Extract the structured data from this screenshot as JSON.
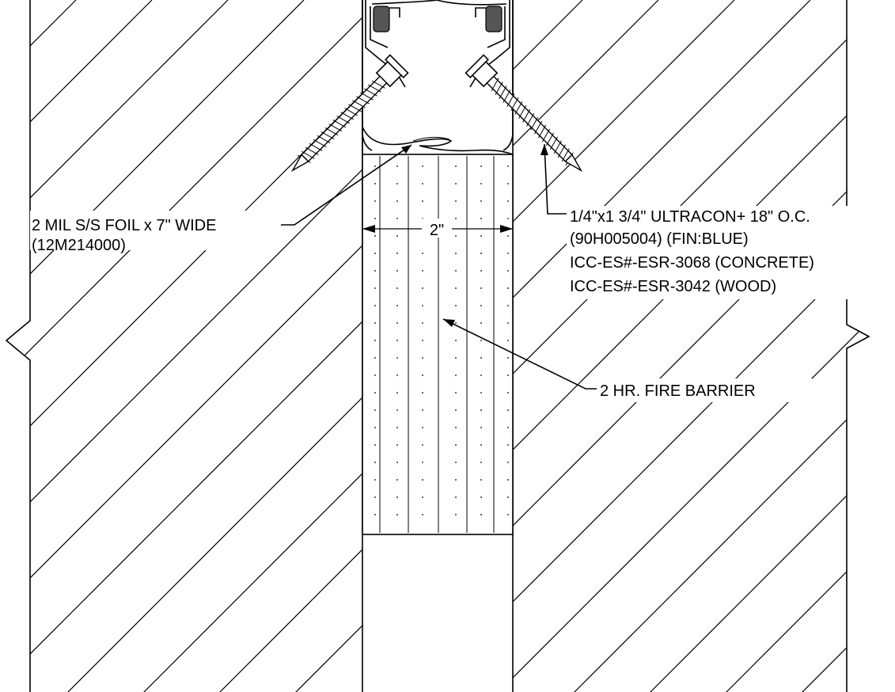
{
  "callouts": {
    "foil_line1": "2 MIL S/S FOIL x 7\" WIDE",
    "foil_line2": "(12M214000)",
    "screw_line1": "1/4\"x1 3/4\" ULTRACON+ 18\" O.C.",
    "screw_line2": "(90H005004) (FIN:BLUE)",
    "screw_line3": "ICC-ES#-ESR-3068 (CONCRETE)",
    "screw_line4": "ICC-ES#-ESR-3042 (WOOD)",
    "barrier": "2 HR. FIRE BARRIER"
  },
  "dimension": {
    "gap_width": "2\""
  }
}
